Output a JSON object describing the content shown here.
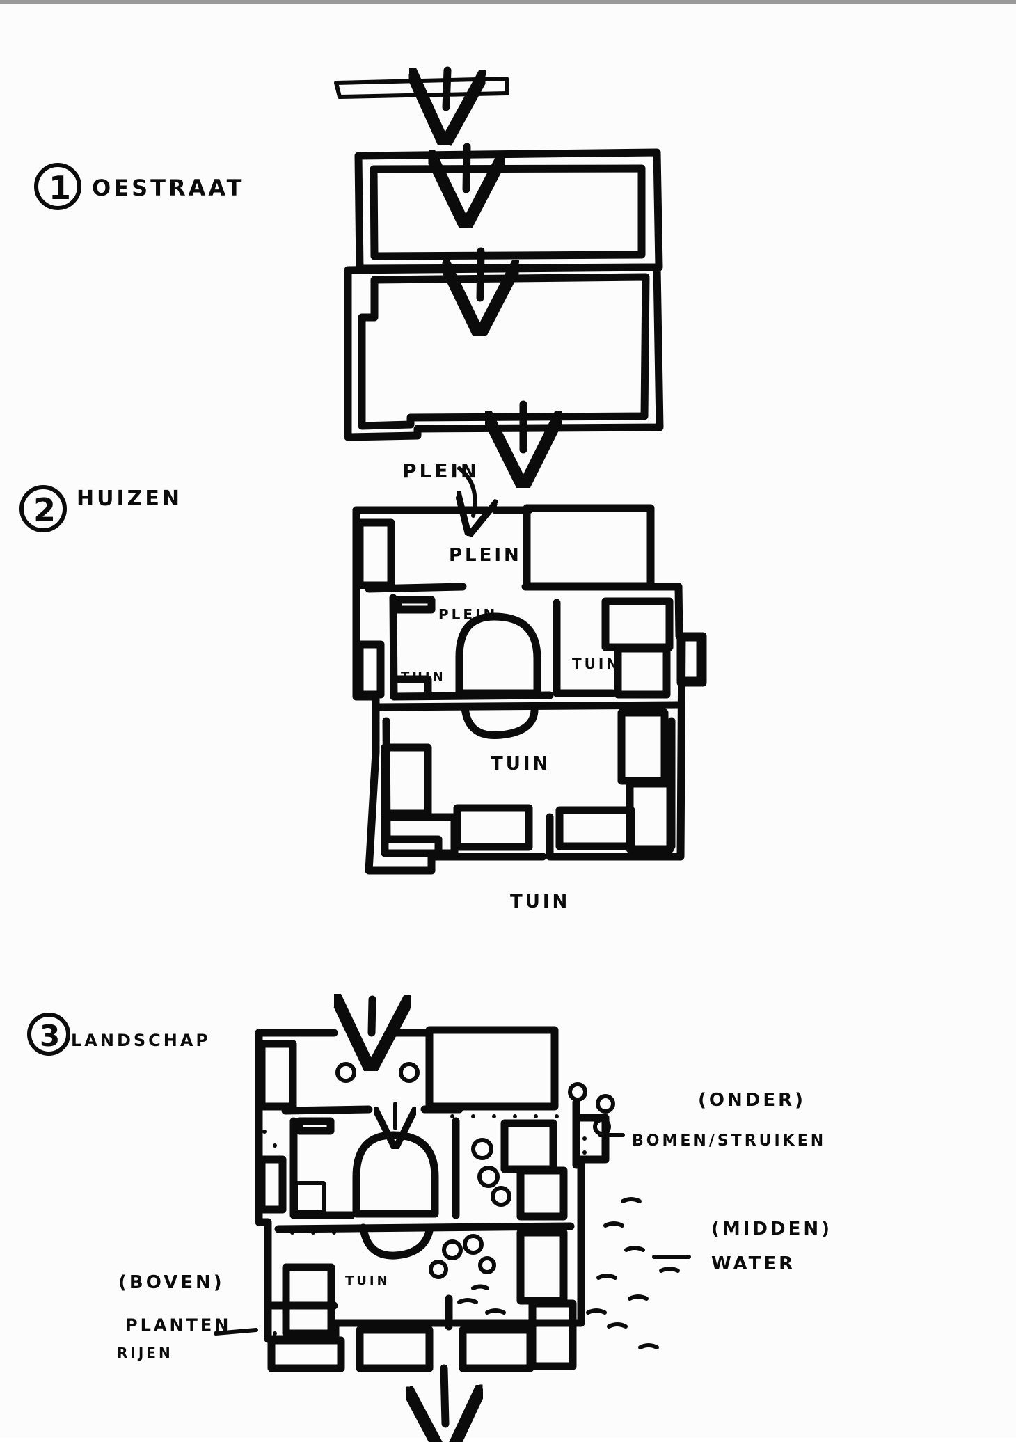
{
  "sections": [
    {
      "number": "1",
      "title": "OESTRAAT"
    },
    {
      "number": "2",
      "title": "HUIZEN"
    },
    {
      "number": "3",
      "title": "LANDSCHAP"
    }
  ],
  "labels": {
    "plein_top": "PLEIN",
    "plein_square": "PLEIN",
    "plein_inner": "PLEIN",
    "tuin_left": "TUIN",
    "tuin_right": "TUIN",
    "tuin_center": "TUIN",
    "tuin_bottom": "TUIN",
    "tuin_sec3": "TUIN",
    "onder": "(ONDER)",
    "bomen_struiken": "BOMEN/STRUIKEN",
    "midden": "(MIDDEN)",
    "water": "WATER",
    "boven": "(BOVEN)",
    "planten": "PLANTEN",
    "rijen": "RIJEN"
  }
}
